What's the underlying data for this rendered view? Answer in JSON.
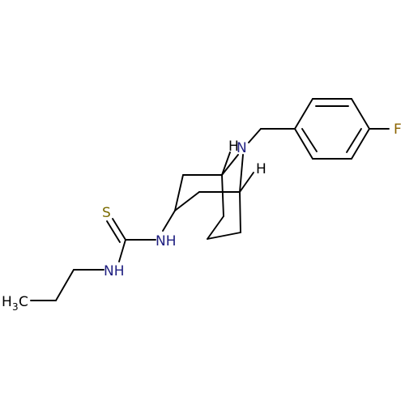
{
  "molecule": {
    "colors": {
      "bond": "#000000",
      "nitrogen": "#1f1f80",
      "sulfur": "#7a6b00",
      "fluorine": "#8c6400",
      "carbon": "#000000"
    },
    "labels": {
      "fluorine": "F",
      "sulfur": "S",
      "amine_nh_ring": "NH",
      "amine_nh_propyl": "NH",
      "bridge_n": "N",
      "bridgehead_h_left": "H",
      "bridgehead_h_right": "H",
      "methyl_c": "H",
      "methyl_sub": "3",
      "methyl_c2": "C"
    }
  }
}
